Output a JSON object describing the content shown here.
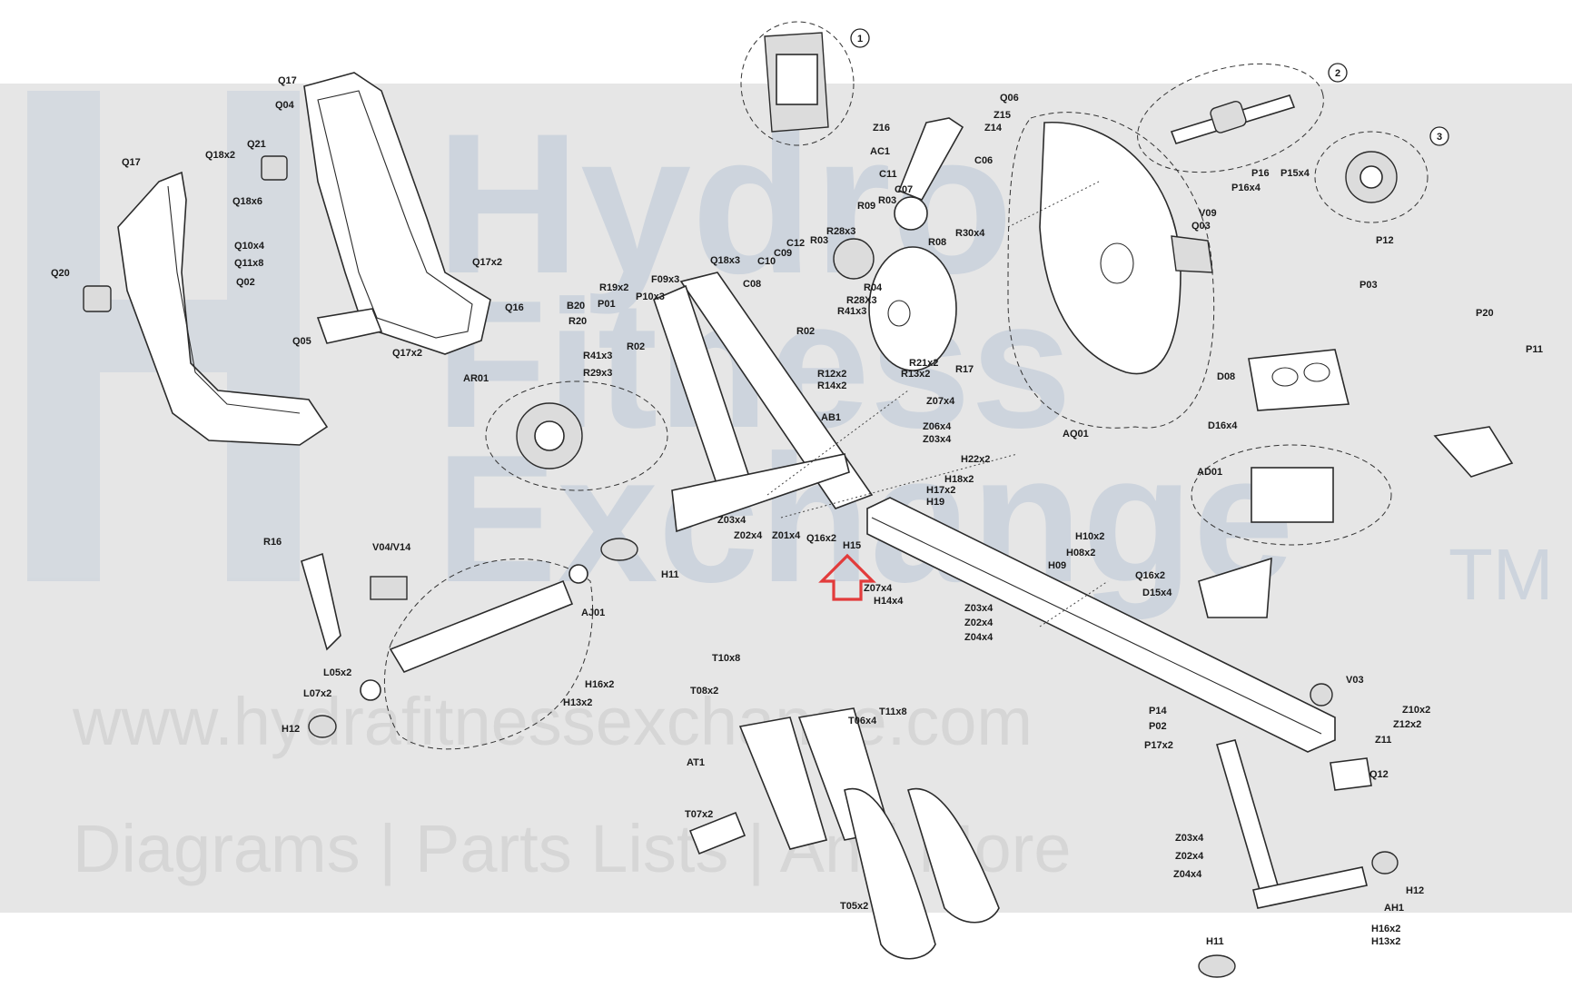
{
  "watermark": {
    "brand_line1": "Hydro",
    "brand_line2": "Fitness",
    "brand_line3": "Exchange",
    "trademark": "TM",
    "url": "www.hydrafitnessexchange.com",
    "tagline": "Diagrams | Parts Lists | And More"
  },
  "callouts": [
    "1",
    "2",
    "3"
  ],
  "labels": {
    "Q17_top": "Q17",
    "Q04": "Q04",
    "Q17_left": "Q17",
    "Q18x2": "Q18x2",
    "Q21": "Q21",
    "Q18x6": "Q18x6",
    "Q10x4": "Q10x4",
    "Q11x8": "Q11x8",
    "Q20": "Q20",
    "Q02": "Q02",
    "Q17x2_a": "Q17x2",
    "Q16": "Q16",
    "Q05": "Q05",
    "Q17x2_b": "Q17x2",
    "Q06": "Q06",
    "Z16": "Z16",
    "Z15": "Z15",
    "Z14": "Z14",
    "AC1": "AC1",
    "C06": "C06",
    "C11": "C11",
    "C07": "C07",
    "R09": "R09",
    "R03_top": "R03",
    "R30x4": "R30x4",
    "R08": "R08",
    "Q18x3": "Q18x3",
    "C10": "C10",
    "C09": "C09",
    "C12": "C12",
    "R03": "R03",
    "R28x3_a": "R28x3",
    "F09x3": "F09x3",
    "C08": "C08",
    "R19x2": "R19x2",
    "P10x3": "P10x3",
    "B20": "B20",
    "P01": "P01",
    "R20": "R20",
    "R04": "R04",
    "R28X3": "R28X3",
    "R41x3_a": "R41x3",
    "R02_a": "R02",
    "R17": "R17",
    "R02_b": "R02",
    "R41x3_b": "R41x3",
    "R29x3": "R29x3",
    "R21x2": "R21x2",
    "R12x2": "R12x2",
    "R14x2": "R14x2",
    "R13x2": "R13x2",
    "Z07x4_a": "Z07x4",
    "AR01": "AR01",
    "AB1": "AB1",
    "Z06x4": "Z06x4",
    "Z03x4_a": "Z03x4",
    "H22x2": "H22x2",
    "H18x2": "H18x2",
    "H17x2": "H17x2",
    "H19": "H19",
    "Z03x4_b": "Z03x4",
    "Z02x4_a": "Z02x4",
    "Z01x4": "Z01x4",
    "Q16x2_a": "Q16x2",
    "H15": "H15",
    "H10x2": "H10x2",
    "H08x2": "H08x2",
    "H09": "H09",
    "Z07x4_b": "Z07x4",
    "H14x4": "H14x4",
    "Z03x4_c": "Z03x4",
    "Z02x4_b": "Z02x4",
    "Z04x4_a": "Z04x4",
    "Q03": "Q03",
    "V09": "V09",
    "AQ01": "AQ01",
    "P16": "P16",
    "P16x4": "P16x4",
    "P15x4": "P15x4",
    "P12": "P12",
    "P03": "P03",
    "P20": "P20",
    "P11": "P11",
    "D08": "D08",
    "D16x4": "D16x4",
    "AD01": "AD01",
    "Q16x2_b": "Q16x2",
    "D15x4": "D15x4",
    "R16": "R16",
    "V04V14": "V04/V14",
    "H11_a": "H11",
    "AJ01": "AJ01",
    "L05x2": "L05x2",
    "L07x2": "L07x2",
    "H16x2_a": "H16x2",
    "H13x2_a": "H13x2",
    "H12_a": "H12",
    "T10x8": "T10x8",
    "T08x2": "T08x2",
    "T06x4": "T06x4",
    "T11x8": "T11x8",
    "AT1": "AT1",
    "T07x2": "T07x2",
    "T05x2": "T05x2",
    "V03": "V03",
    "P14": "P14",
    "P02": "P02",
    "P17x2": "P17x2",
    "Z10x2": "Z10x2",
    "Z12x2": "Z12x2",
    "Z11": "Z11",
    "Q12": "Q12",
    "Z03x4_d": "Z03x4",
    "Z02x4_c": "Z02x4",
    "Z04x4_b": "Z04x4",
    "H12_b": "H12",
    "AH1": "AH1",
    "H16x2_b": "H16x2",
    "H13x2_b": "H13x2",
    "H11_b": "H11"
  },
  "colors": {
    "highlight_arrow": "#e23b3b",
    "watermark_band": "#e6e6e6",
    "watermark_text": "#b8c4d2"
  }
}
